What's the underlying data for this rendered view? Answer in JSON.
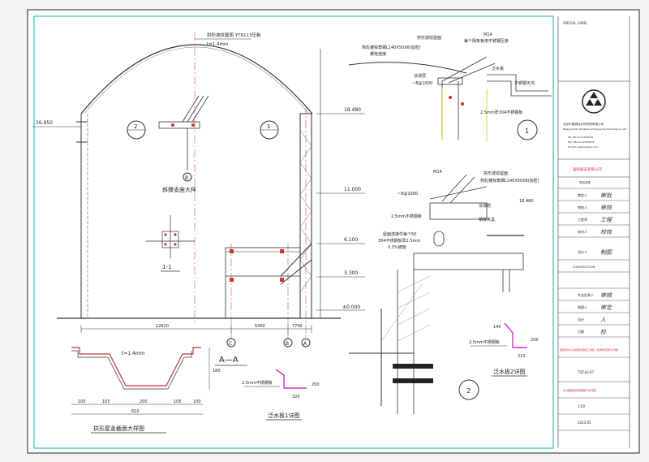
{
  "drawing": {
    "arch_label": "拱形波纹屋面  YT6113压板",
    "arch_thickness": "t=1.4mm",
    "elevations": [
      "16.950",
      "18.480",
      "11.000",
      "6.100",
      "3.300",
      "±0.000"
    ],
    "section_title": "A—A",
    "bracket_title": "斜撑支座大样",
    "section_11_title": "1-1",
    "profile_title": "拱形屋盖截面大样图",
    "profile_thickness": "t=1.4mm",
    "profile_widths": [
      "100",
      "105",
      "200",
      "105",
      "100"
    ],
    "profile_total": "610",
    "profile_height": "180",
    "flash1_title": "泛水板1详图",
    "flash1_text": "2.5mm不锈钢板",
    "flash1_dims": [
      "320",
      "200"
    ],
    "flash2_title": "泛水板2详图",
    "flash2_text": "2.5mm不锈钢板",
    "flash2_dims": [
      "210",
      "140",
      "200"
    ],
    "bottom_dims": [
      "12620",
      "5400",
      "7740"
    ],
    "axis_labels": [
      "C",
      "B",
      "A"
    ],
    "detail1_num": "1",
    "detail2_num": "2",
    "bracket_num": "B",
    "callout_num": "2",
    "callout_num_b": "1",
    "detail1_labels": [
      "拱形波纹屋面",
      "M14",
      "每个檩条板用不锈钢压条",
      "热轧镀锌角钢L140X50X6(加密)",
      "螺栓连接",
      "泛水板",
      "涂漆层",
      "2.5mm厚304不锈钢板",
      "不锈钢天沟",
      "~8@1000"
    ],
    "detail2_labels": [
      "M14",
      "拱形波纹屋面",
      "热轧镀锌角钢L140X50X6(加密)",
      "涂漆层",
      "18.480",
      "2.5mm不锈钢板",
      "钢板夹具",
      "屋面连接件每个50",
      "304不锈钢板厚2.5mm",
      "0.3%坡度",
      "~8@1000"
    ]
  },
  "title_block": {
    "stamp_title": "北京市建筑设计研究院有限公司",
    "company_en": "Beijing Jianzhu Architectural Engineering Technology Co.,Ltd",
    "tel": "Tel: 86-10-12345678",
    "fax": "Fax: 86-10-12345679",
    "email": "E-mail: bj@example.com",
    "client": "国际展览有限公司",
    "project_label": "项目名称",
    "roles": [
      "审定人",
      "审核人",
      "工程师",
      "校对人",
      "设计人",
      "专业负责人",
      "制图人",
      "设计",
      "日期"
    ],
    "sig_marks": [
      "审批",
      "审核",
      "工程",
      "校核",
      "制图",
      "审核",
      "审定",
      "人",
      "检"
    ],
    "project_name": "国际展览中心钢结构屋面施工详图(二期)拱形屋面节点详图",
    "drawing_no": "TQT-JG-07",
    "sheet_title": "A-A剖面及拱形屋面节点详图",
    "scale": "1:50",
    "date": "2023.05",
    "section_head": "CONSTRUCTION",
    "corner_note": "SPECIAL LABEL"
  }
}
